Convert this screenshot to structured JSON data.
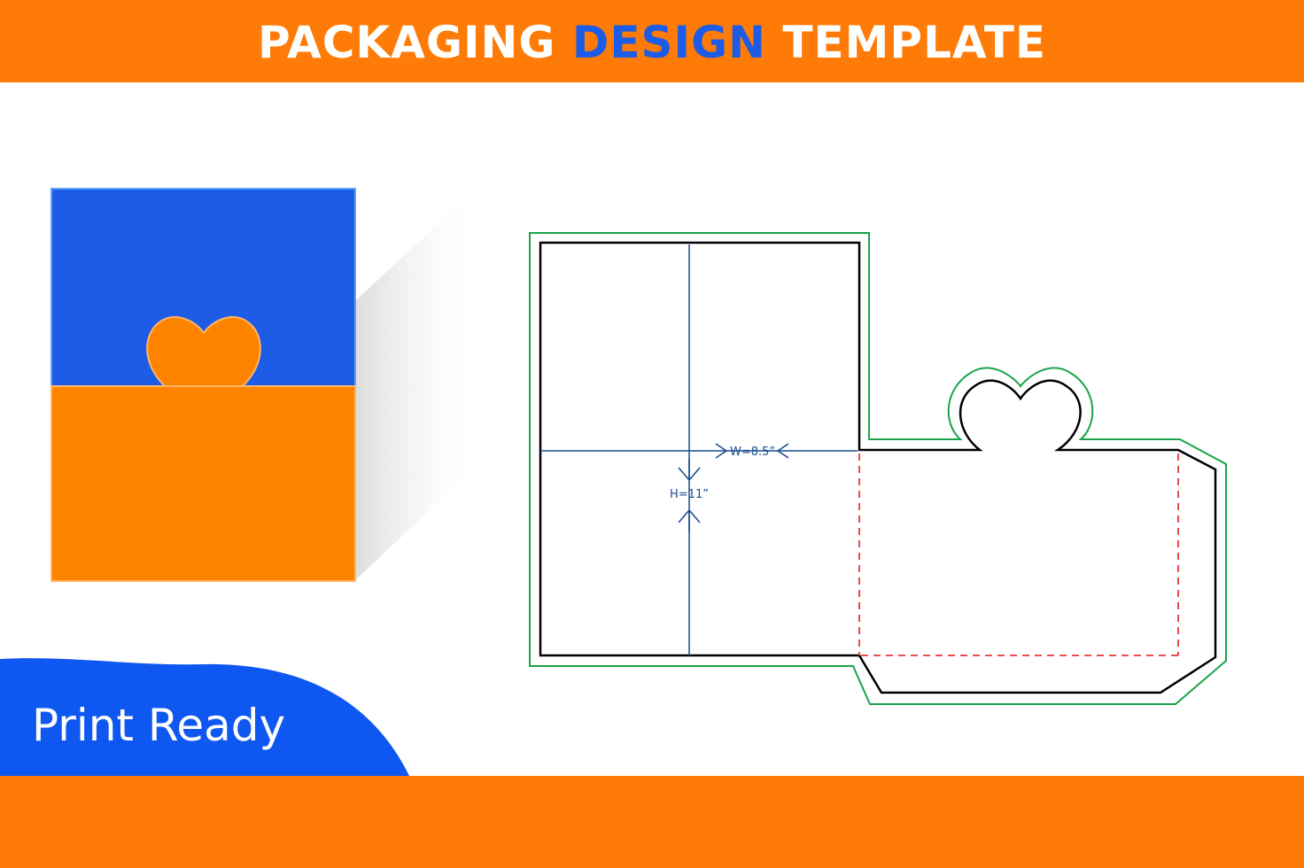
{
  "header": {
    "title_part1": "PACKAGING",
    "title_accent": "DESIGN",
    "title_part2": "TEMPLATE"
  },
  "badge": {
    "label": "Print Ready"
  },
  "dieline": {
    "width_label": "W=8.5”",
    "height_label": "H=11”"
  },
  "colors": {
    "orange": "#fe7b07",
    "blue": "#1c5ce6",
    "cut_line": "#000000",
    "bleed_line": "#1aa34a",
    "fold_line": "#e53935",
    "dimension_line": "#1c4f8f"
  }
}
